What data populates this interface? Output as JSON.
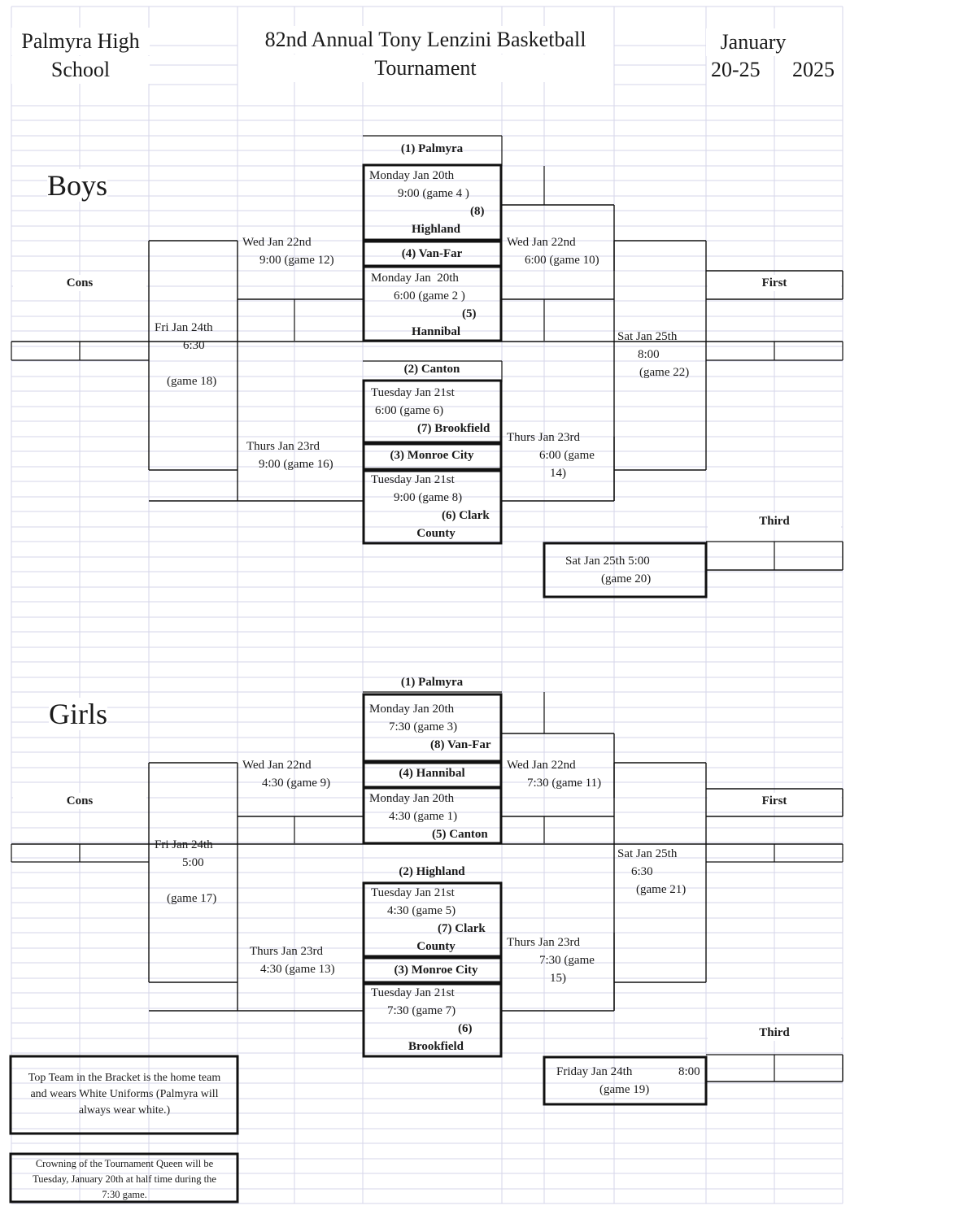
{
  "header": {
    "school_line1": "Palmyra High",
    "school_line2": "School",
    "title_line1": "82nd Annual Tony Lenzini Basketball",
    "title_line2": "Tournament",
    "date_line1": "January",
    "date_line2a": "20-25",
    "date_line2b": "2025"
  },
  "boys": {
    "section": "Boys",
    "cons": "Cons",
    "first": "First",
    "third": "Third",
    "t1": "(1) Palmyra",
    "g4_l1": "Monday Jan 20th",
    "g4_l2": "9:00 (game 4 )",
    "g4_seed": "(8)",
    "g4_team": "Highland",
    "t4": "(4) Van-Far",
    "g2_l1": "Monday Jan  20th",
    "g2_l2": "6:00 (game 2 )",
    "g2_seed": "(5)",
    "g2_team": "Hannibal",
    "t2": "(2) Canton",
    "g6_l1": "Tuesday Jan 21st",
    "g6_l2": "6:00 (game 6)",
    "g6_team": "(7) Brookfield",
    "t3": "(3) Monroe City",
    "g8_l1": "Tuesday Jan 21st",
    "g8_l2": "9:00 (game 8)",
    "g8_team1": "(6) Clark",
    "g8_team2": "County",
    "g12_l1": "Wed Jan 22nd",
    "g12_l2": "9:00 (game 12)",
    "g10_l1": "Wed Jan 22nd",
    "g10_l2": "6:00 (game 10)",
    "g16_l1": "Thurs Jan 23rd",
    "g16_l2": "9:00 (game 16)",
    "g14_l1": "Thurs Jan 23rd",
    "g14_l2": "6:00 (game",
    "g14_l3": "14)",
    "g18_l1": "Fri Jan 24th",
    "g18_l2": "6:30",
    "g18_l3": "(game 18)",
    "g22_l1": "Sat Jan 25th",
    "g22_l2": "8:00",
    "g22_l3": "(game 22)",
    "g20_l1": "Sat Jan 25th 5:00",
    "g20_l2": "(game 20)"
  },
  "girls": {
    "section": "Girls",
    "cons": "Cons",
    "first": "First",
    "third": "Third",
    "t1": "(1) Palmyra",
    "g3_l1": "Monday Jan 20th",
    "g3_l2": "7:30 (game 3)",
    "g3_team": "(8) Van-Far",
    "t4": "(4) Hannibal",
    "g1_l1": "Monday Jan 20th",
    "g1_l2": "4:30 (game 1)",
    "g1_team": "(5) Canton",
    "t2": "(2) Highland",
    "g5_l1": "Tuesday Jan 21st",
    "g5_l2": "4:30 (game 5)",
    "g5_team1": "(7) Clark",
    "g5_team2": "County",
    "t3": "(3) Monroe City",
    "g7_l1": "Tuesday Jan 21st",
    "g7_l2": "7:30 (game 7)",
    "g7_seed": "(6)",
    "g7_team": "Brookfield",
    "g9_l1": "Wed Jan 22nd",
    "g9_l2": "4:30 (game 9)",
    "g11_l1": "Wed Jan 22nd",
    "g11_l2": "7:30 (game 11)",
    "g13_l1": "Thurs Jan 23rd",
    "g13_l2": "4:30 (game 13)",
    "g15_l1": "Thurs Jan 23rd",
    "g15_l2": "7:30 (game",
    "g15_l3": "15)",
    "g17_l1": "Fri Jan 24th",
    "g17_l2": "5:00",
    "g17_l3": "(game 17)",
    "g21_l1": "Sat Jan 25th",
    "g21_l2": "6:30",
    "g21_l3": "(game 21)",
    "g19_l1": "Friday Jan 24th",
    "g19_time": "8:00",
    "g19_l2": "(game 19)"
  },
  "notes": {
    "home_l1": "Top Team in the Bracket is the home team",
    "home_l2": "and wears White Uniforms (Palmyra will",
    "home_l3": "always wear white.)",
    "queen_l1": "Crowning of the Tournament Queen will be",
    "queen_l2": "Tuesday, January 20th at half time during the",
    "queen_l3": "7:30 game."
  },
  "colors": {
    "gridline": "#d6d6ea",
    "bracket": "#111111"
  }
}
